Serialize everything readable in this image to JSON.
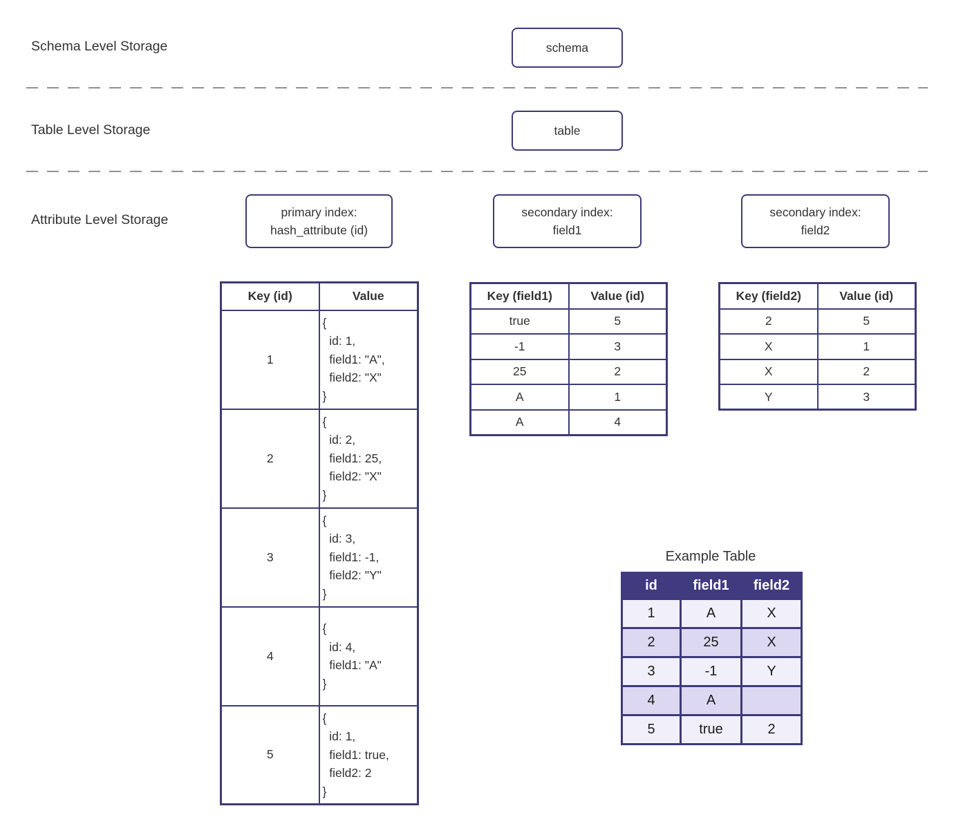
{
  "colors": {
    "box_border": "#3d3a78",
    "table_border": "#3d3a78",
    "header_bg": "#3f3b7e",
    "row_light": "#f1f0fa",
    "row_alt": "#dcd8f2",
    "text": "#333333",
    "example_text": "#1a1a1a",
    "dash": "#909090",
    "bg": "#ffffff"
  },
  "levels": {
    "schema": {
      "label": "Schema Level Storage",
      "node_label": "schema"
    },
    "table": {
      "label": "Table Level Storage",
      "node_label": "table"
    },
    "attribute": {
      "label": "Attribute Level Storage"
    }
  },
  "index_nodes": {
    "primary": {
      "line1": "primary index:",
      "line2": "hash_attribute (id)"
    },
    "secondary1": {
      "line1": "secondary index:",
      "line2": "field1"
    },
    "secondary2": {
      "line1": "secondary index:",
      "line2": "field2"
    }
  },
  "primary_table": {
    "headers": [
      "Key (id)",
      "Value"
    ],
    "rows": [
      {
        "key": "1",
        "value": "{\n  id: 1,\n  field1: \"A\",\n  field2: \"X\"\n}"
      },
      {
        "key": "2",
        "value": "{\n  id: 2,\n  field1: 25,\n  field2: \"X\"\n}"
      },
      {
        "key": "3",
        "value": "{\n  id: 3,\n  field1: -1,\n  field2: \"Y\"\n}"
      },
      {
        "key": "4",
        "value": "{\n  id: 4,\n  field1: \"A\"\n}"
      },
      {
        "key": "5",
        "value": "{\n  id: 1,\n  field1: true,\n  field2: 2\n}"
      }
    ]
  },
  "field1_table": {
    "headers": [
      "Key (field1)",
      "Value (id)"
    ],
    "rows": [
      [
        "true",
        "5"
      ],
      [
        "-1",
        "3"
      ],
      [
        "25",
        "2"
      ],
      [
        "A",
        "1"
      ],
      [
        "A",
        "4"
      ]
    ]
  },
  "field2_table": {
    "headers": [
      "Key (field2)",
      "Value (id)"
    ],
    "rows": [
      [
        "2",
        "5"
      ],
      [
        "X",
        "1"
      ],
      [
        "X",
        "2"
      ],
      [
        "Y",
        "3"
      ]
    ]
  },
  "example_table": {
    "title": "Example Table",
    "headers": [
      "id",
      "field1",
      "field2"
    ],
    "rows": [
      [
        "1",
        "A",
        "X"
      ],
      [
        "2",
        "25",
        "X"
      ],
      [
        "3",
        "-1",
        "Y"
      ],
      [
        "4",
        "A",
        ""
      ],
      [
        "5",
        "true",
        "2"
      ]
    ]
  }
}
